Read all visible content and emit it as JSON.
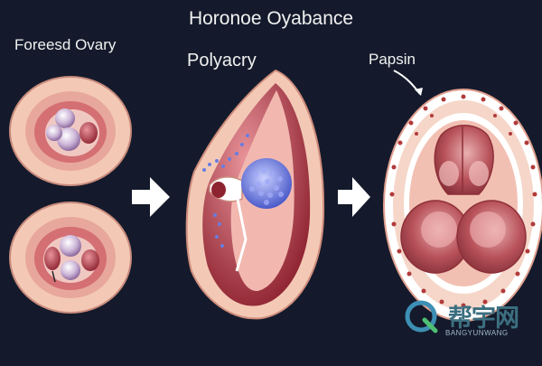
{
  "title": "Horonoe Oyabance",
  "labels": {
    "left": "Foreesd Ovary",
    "middle": "Polyacry",
    "right": "Papsin"
  },
  "watermark": {
    "brand": "帮宇网",
    "text": "BANGYUNWANG"
  },
  "colors": {
    "background": "#141a2b",
    "tissue_outer": "#f3c9b6",
    "tissue_red": "#b9424a",
    "follicle": "#d7c2de",
    "cluster_blue": "#5a6fd6",
    "arrow": "#ffffff"
  }
}
